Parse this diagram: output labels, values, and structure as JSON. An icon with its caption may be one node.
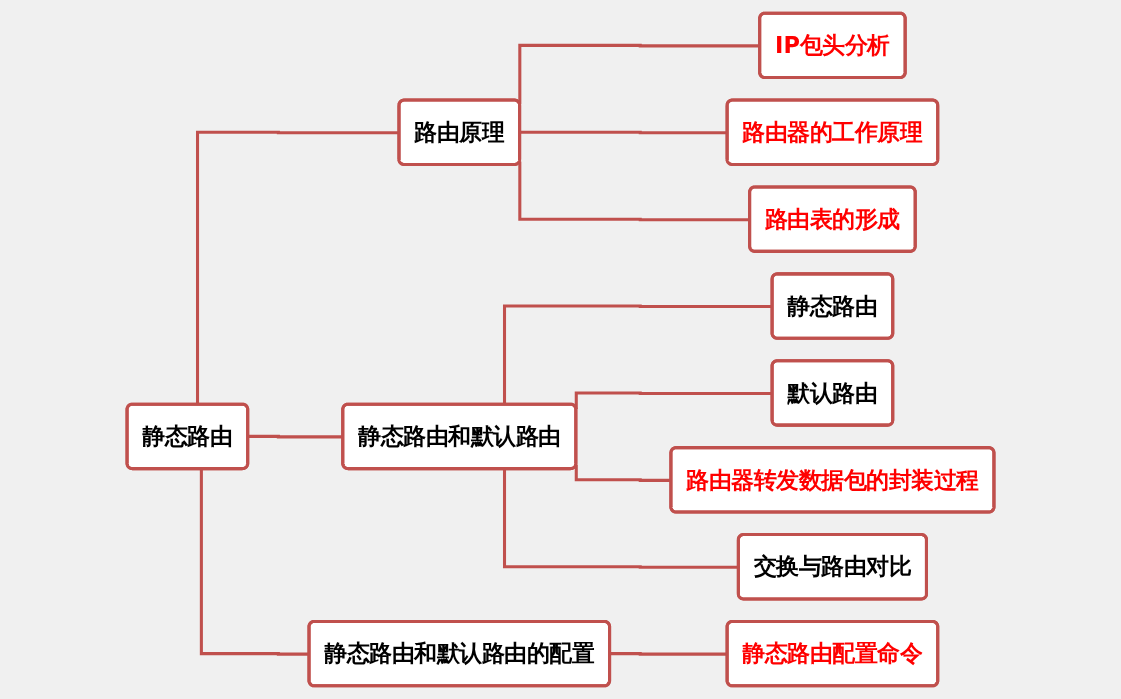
{
  "diagram": {
    "nodes": [
      {
        "text": [
          "静态路由"
        ]
      },
      {
        "text": [
          "路由原理"
        ]
      },
      {
        "text": [
          "IP包头分析"
        ]
      },
      {
        "text": [
          "路由器的工作原理"
        ]
      },
      {
        "text": [
          "路由表的形成"
        ]
      },
      {
        "text": [
          "静态路由和默认路由"
        ]
      },
      {
        "text": [
          "静态路由"
        ]
      },
      {
        "text": [
          "默认路由"
        ]
      },
      {
        "text": [
          "路由器转发数据包的封装过程"
        ]
      },
      {
        "text": [
          "交换与路由对比"
        ]
      },
      {
        "text": [
          "静态路由和默认路由的配置"
        ]
      },
      {
        "text": [
          "静态路由配置命令"
        ]
      }
    ],
    "edges": [
      {
        "from": 0,
        "to": 1,
        "arrow": "none"
      },
      {
        "from": 0,
        "to": 5,
        "arrow": "none"
      },
      {
        "from": 0,
        "to": 10,
        "arrow": "none"
      },
      {
        "from": 1,
        "to": 2,
        "arrow": "none"
      },
      {
        "from": 1,
        "to": 3,
        "arrow": "none"
      },
      {
        "from": 1,
        "to": 4,
        "arrow": "none"
      },
      {
        "from": 5,
        "to": 6,
        "arrow": "none"
      },
      {
        "from": 5,
        "to": 7,
        "arrow": "none"
      },
      {
        "from": 5,
        "to": 8,
        "arrow": "none"
      },
      {
        "from": 5,
        "to": 9,
        "arrow": "none"
      },
      {
        "from": 10,
        "to": 11,
        "arrow": "none"
      }
    ]
  }
}
